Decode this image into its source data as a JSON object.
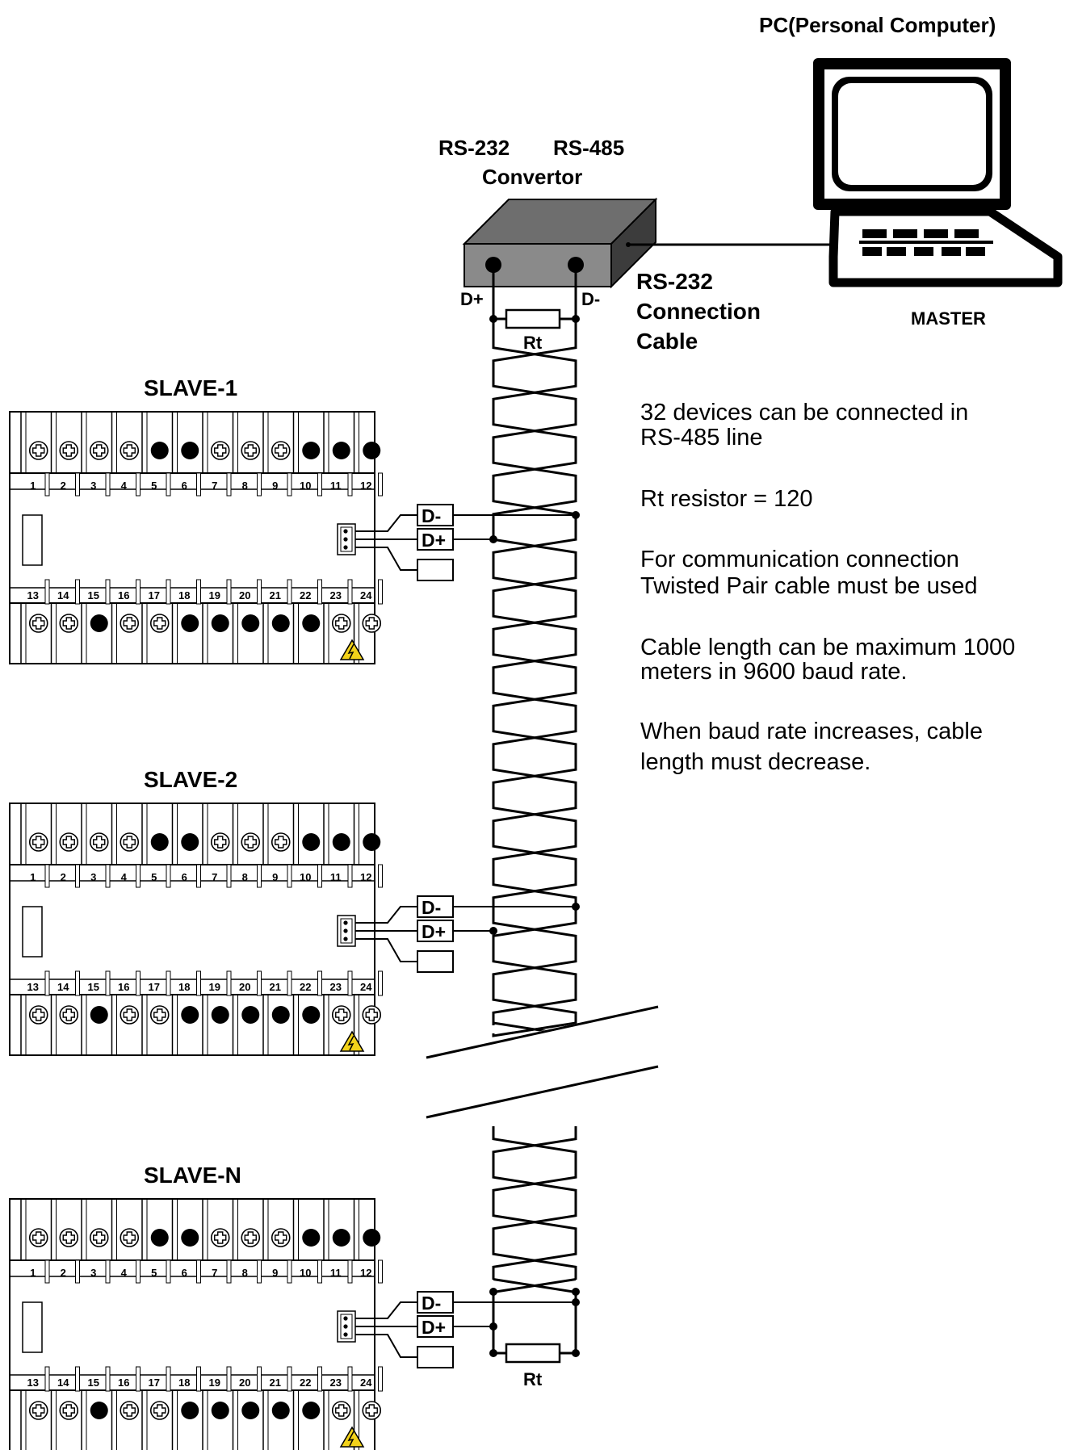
{
  "pc_label": "PC(Personal Computer)",
  "master_label": "MASTER",
  "converter": {
    "label_rs232": "RS-232",
    "label_rs485": "RS-485",
    "label_convertor": "Convertor",
    "dplus": "D+",
    "dminus": "D-",
    "rt": "Rt"
  },
  "cable_label": [
    "RS-232",
    "Connection",
    "Cable"
  ],
  "notes": [
    [
      "32 devices can be connected in",
      "RS-485 line"
    ],
    [
      "Rt resistor  = 120"
    ],
    [
      "For communication connection",
      "Twisted Pair cable must be used"
    ],
    [
      "Cable length can be maximum 1000",
      "meters in 9600 baud rate."
    ],
    [
      "When baud rate increases, cable",
      "length must decrease."
    ]
  ],
  "slaves": [
    {
      "label": "SLAVE-1"
    },
    {
      "label": "SLAVE-2"
    },
    {
      "label": "SLAVE-N"
    }
  ],
  "slave_port": {
    "dminus": "D-",
    "dplus": "D+"
  },
  "end_rt": "Rt",
  "terminal_numbers_top": [
    "1",
    "2",
    "3",
    "4",
    "5",
    "6",
    "7",
    "8",
    "9",
    "10",
    "11",
    "12"
  ],
  "terminal_numbers_bottom": [
    "13",
    "14",
    "15",
    "16",
    "17",
    "18",
    "19",
    "20",
    "21",
    "22",
    "23",
    "24"
  ],
  "terminal_filled_top": [
    false,
    false,
    false,
    false,
    true,
    true,
    false,
    false,
    false,
    true,
    true,
    true
  ],
  "terminal_filled_bottom": [
    false,
    false,
    true,
    false,
    false,
    true,
    true,
    true,
    true,
    true,
    false,
    false
  ],
  "colors": {
    "converter_front": "#8a8a8a",
    "converter_top": "#6e6e6e",
    "converter_side": "#3c3c3c",
    "warning": "#f2d21a"
  }
}
